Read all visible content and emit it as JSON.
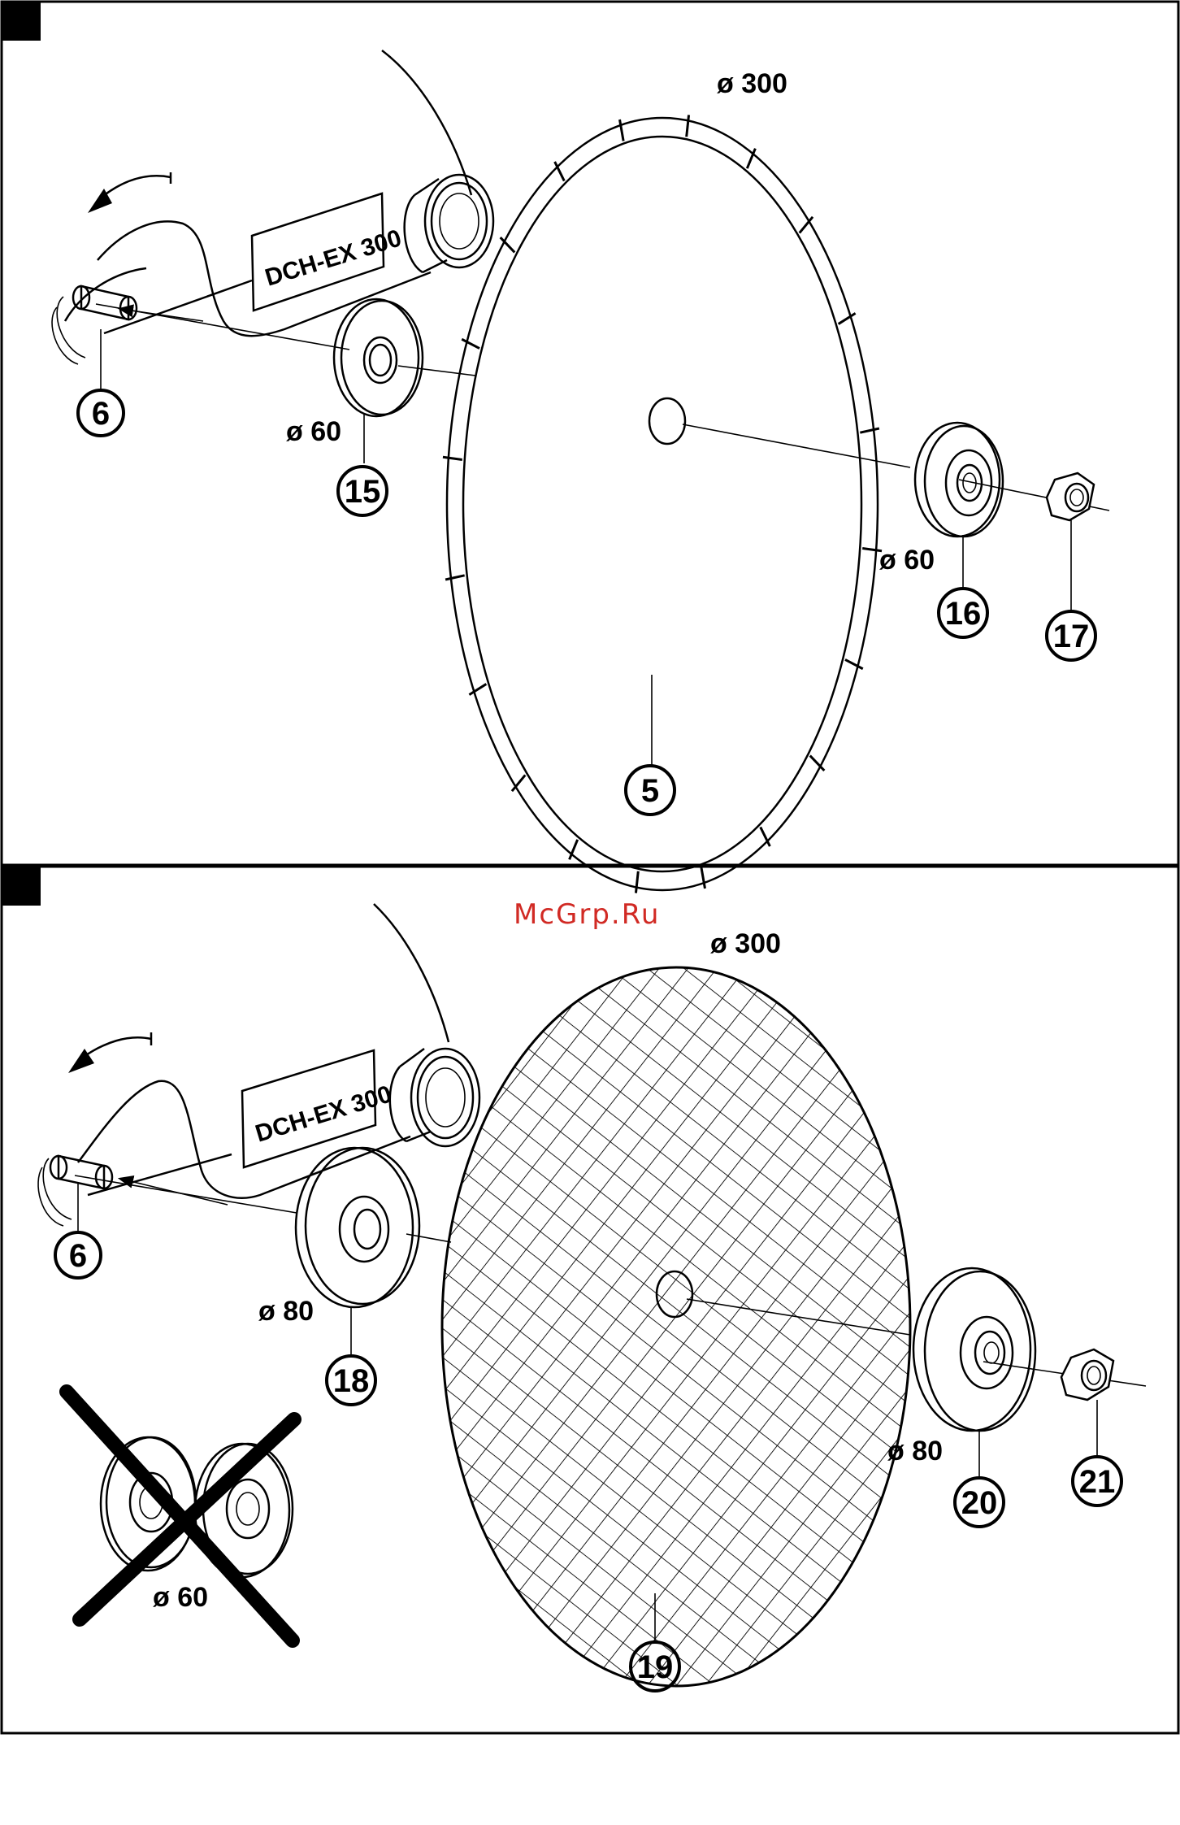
{
  "colors": {
    "ink": "#000000",
    "paper": "#ffffff",
    "watermark": "#d12a24"
  },
  "watermark": "McGrp.Ru",
  "figure_a": {
    "plate_text": "DCH-EX 300",
    "blade_diameter": "ø 300",
    "inner_flange_diameter": "ø 60",
    "outer_flange_diameter": "ø 60",
    "callouts": {
      "spindle": "6",
      "inner_flange": "15",
      "blade": "5",
      "outer_flange": "16",
      "nut": "17"
    }
  },
  "figure_b": {
    "plate_text": "DCH-EX 300",
    "disc_diameter": "ø 300",
    "inner_flange_diameter": "ø 80",
    "outer_flange_diameter": "ø 80",
    "wrong_flange_diameter": "ø 60",
    "callouts": {
      "spindle": "6",
      "inner_flange": "18",
      "disc": "19",
      "outer_flange": "20",
      "nut": "21"
    }
  },
  "icons": {
    "rotation": "rotation-arrow-icon",
    "prohibited": "cross-out-icon"
  }
}
